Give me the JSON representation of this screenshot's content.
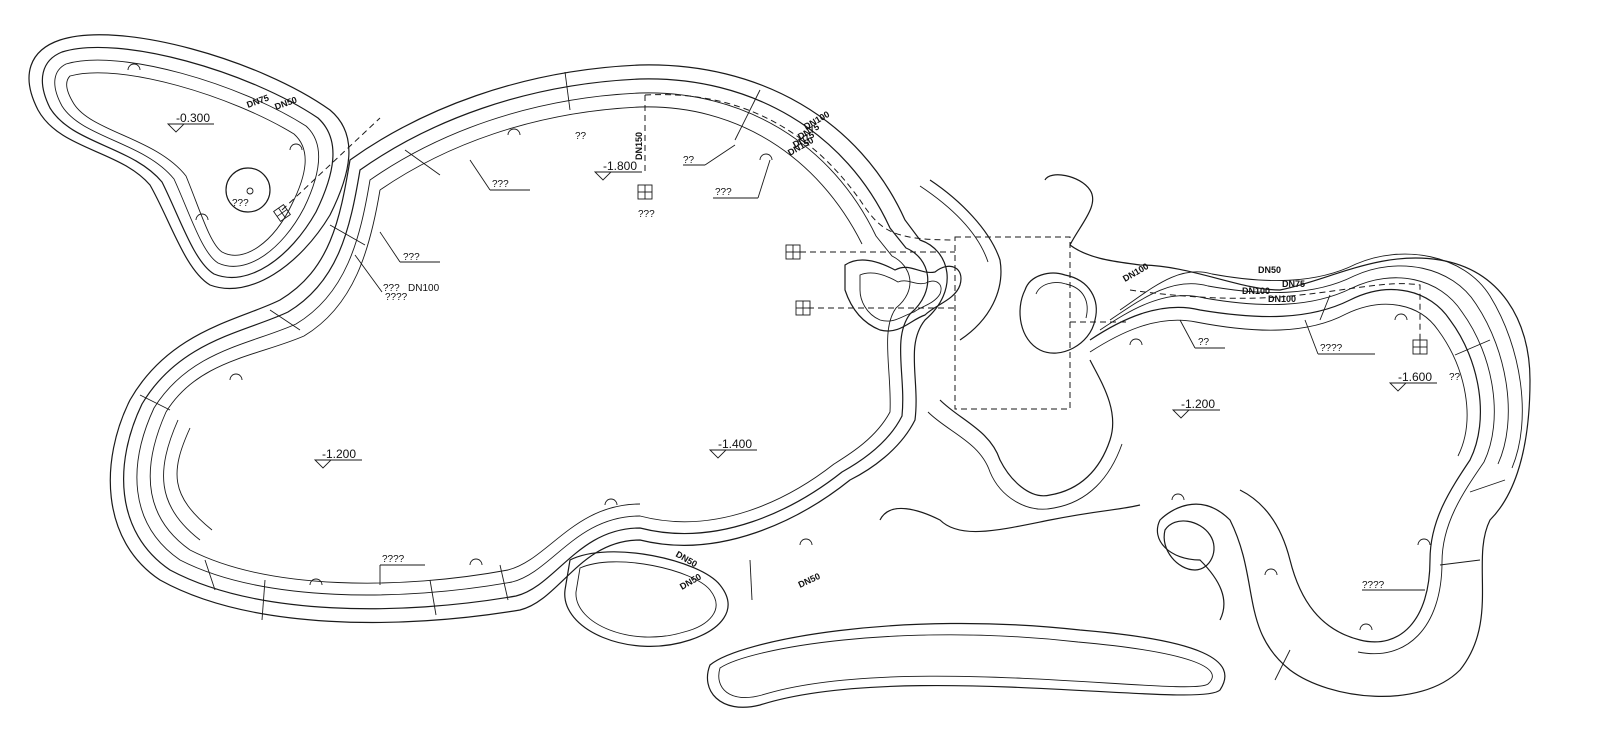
{
  "elevations": [
    {
      "id": "elev-left-pool",
      "value": "-0.300"
    },
    {
      "id": "elev-main-upper",
      "value": "-1.800"
    },
    {
      "id": "elev-main-left",
      "value": "-1.200"
    },
    {
      "id": "elev-main-center",
      "value": "-1.400"
    },
    {
      "id": "elev-right-center",
      "value": "-1.200"
    },
    {
      "id": "elev-right-deep",
      "value": "-1.600"
    }
  ],
  "labels": {
    "q3a": "???",
    "q3b": "???",
    "q3c": "???",
    "q3d": "???",
    "q3e": "???",
    "q3f": "???",
    "q2a": "??",
    "q2b": "??",
    "q2c": "??",
    "q2d": "??",
    "q4a": "????",
    "q4b": "????",
    "q4c": "????",
    "q4d": "????",
    "dn100_left": "DN100"
  },
  "pipes": {
    "dn75_a": "DN75",
    "dn50_a": "DN50",
    "dn100_a": "DN100",
    "dn75_b": "DN75",
    "dn75_c": "DN75",
    "dn150_a": "DN150",
    "dn150_b": "DN150",
    "dn50_b": "DN50",
    "dn50_c": "DN50",
    "dn50_d": "DN50",
    "dn100_b": "DN100",
    "dn50_e": "DN50",
    "dn75_d": "DN75",
    "dn100_c": "DN100",
    "dn100_d": "DN100"
  }
}
